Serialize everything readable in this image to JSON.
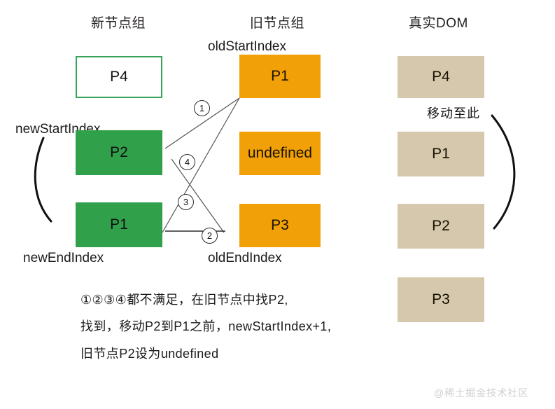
{
  "columns": {
    "new_group": "新节点组",
    "old_group": "旧节点组",
    "real_dom": "真实DOM"
  },
  "pointers": {
    "old_start_index": "oldStartIndex",
    "old_end_index": "oldEndIndex",
    "new_start_index": "newStartIndex",
    "new_end_index": "newEndIndex"
  },
  "new_nodes": [
    {
      "label": "P4",
      "style": "outline"
    },
    {
      "label": "P2",
      "style": "filled"
    },
    {
      "label": "P1",
      "style": "filled"
    }
  ],
  "old_nodes": [
    {
      "label": "P1"
    },
    {
      "label": "undefined"
    },
    {
      "label": "P3"
    }
  ],
  "dom_nodes": [
    {
      "label": "P4"
    },
    {
      "label": "P1"
    },
    {
      "label": "P2"
    },
    {
      "label": "P3"
    }
  ],
  "markers": [
    {
      "num": "①"
    },
    {
      "num": "②"
    },
    {
      "num": "③"
    },
    {
      "num": "④"
    }
  ],
  "annotations": {
    "move_here": "移动至此"
  },
  "caption_lines": [
    "①②③④都不满足，在旧节点中找P2,",
    "找到，移动P2到P1之前，newStartIndex+1,",
    "旧节点P2设为undefined"
  ],
  "watermark": "@稀土掘金技术社区",
  "colors": {
    "new_outline_border": "#3aa35a",
    "new_filled": "#31a04b",
    "old_fill": "#f1a008",
    "dom_fill": "#d6c8ad",
    "line": "#2b2b2b"
  }
}
